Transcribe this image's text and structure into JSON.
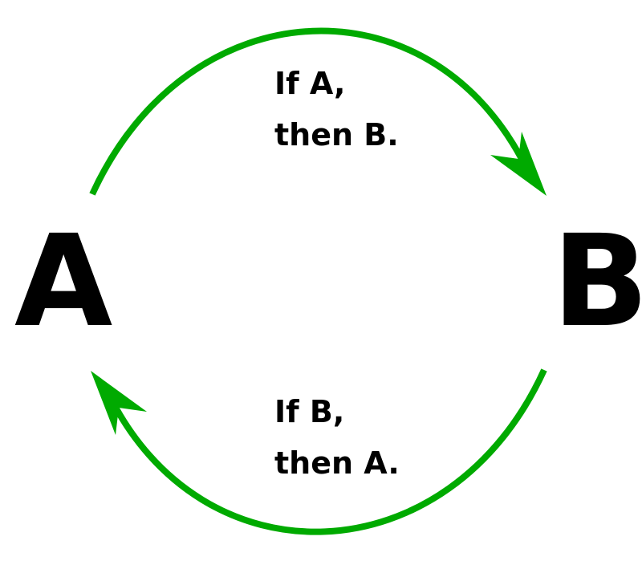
{
  "nodes": {
    "a": "A",
    "b": "B"
  },
  "edges": {
    "a_to_b": {
      "line1": "If A,",
      "line2": "then B."
    },
    "b_to_a": {
      "line1": "If B,",
      "line2": "then A."
    }
  },
  "colors": {
    "arrow": "#00aa00",
    "text": "#000000"
  }
}
